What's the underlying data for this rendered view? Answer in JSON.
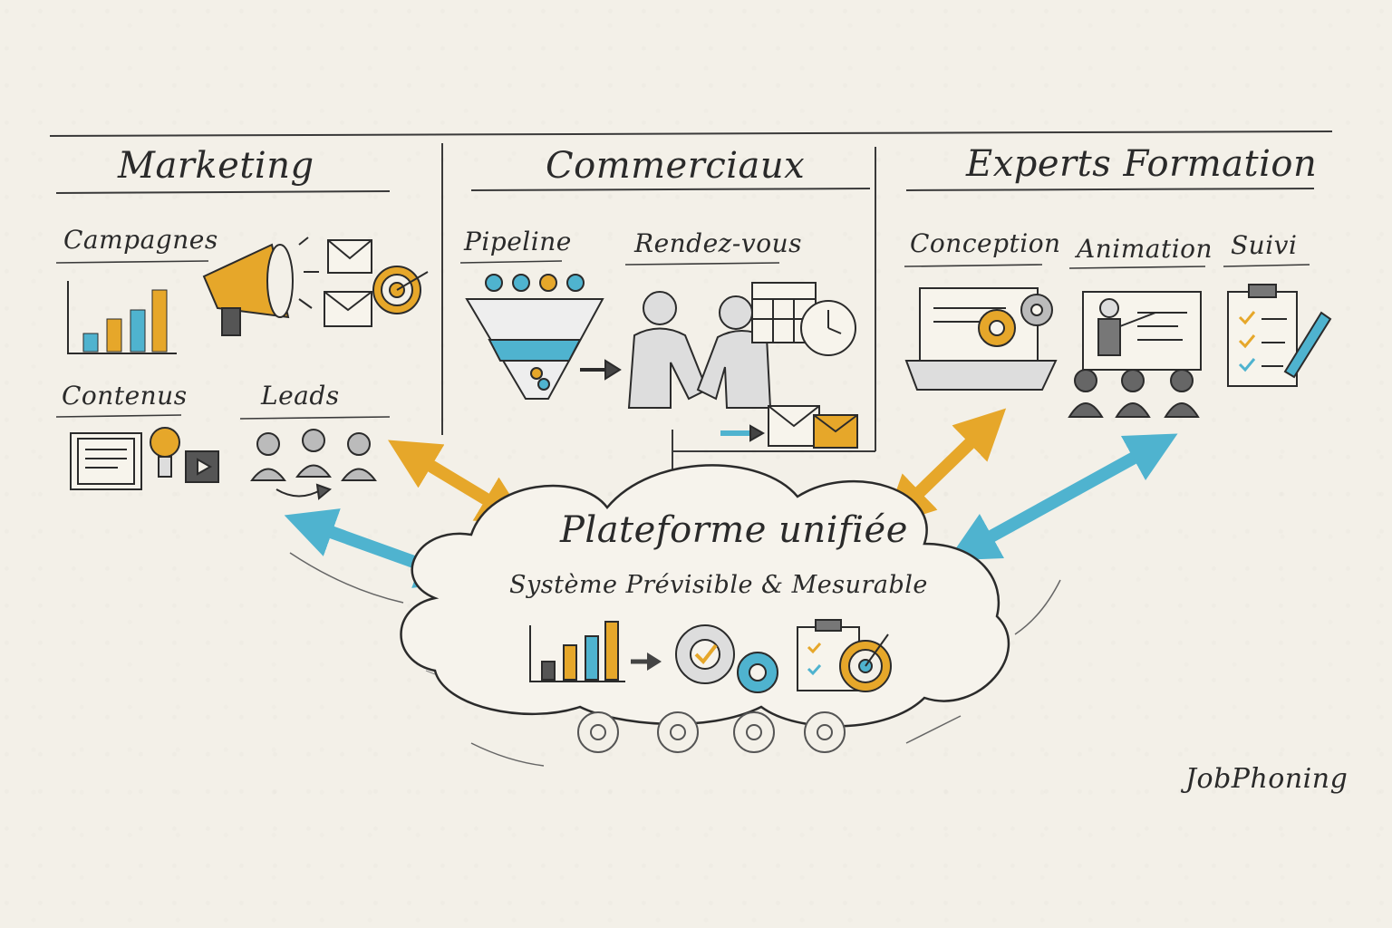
{
  "sections": {
    "marketing": {
      "title": "Marketing",
      "items": [
        "Campagnes",
        "Contenus",
        "Leads"
      ]
    },
    "commerciaux": {
      "title": "Commerciaux",
      "items": [
        "Pipeline",
        "Rendez-vous"
      ]
    },
    "experts": {
      "title": "Experts Formation",
      "items": [
        "Conception",
        "Animation",
        "Suivi"
      ]
    }
  },
  "platform": {
    "title": "Plateforme unifiée",
    "subtitle": "Système Prévisible & Mesurable"
  },
  "brand": "JobPhoning",
  "colors": {
    "ink": "#2b2b2b",
    "yellow": "#e6a72a",
    "blue": "#4fb3cf",
    "paper": "#f3f0e8"
  }
}
